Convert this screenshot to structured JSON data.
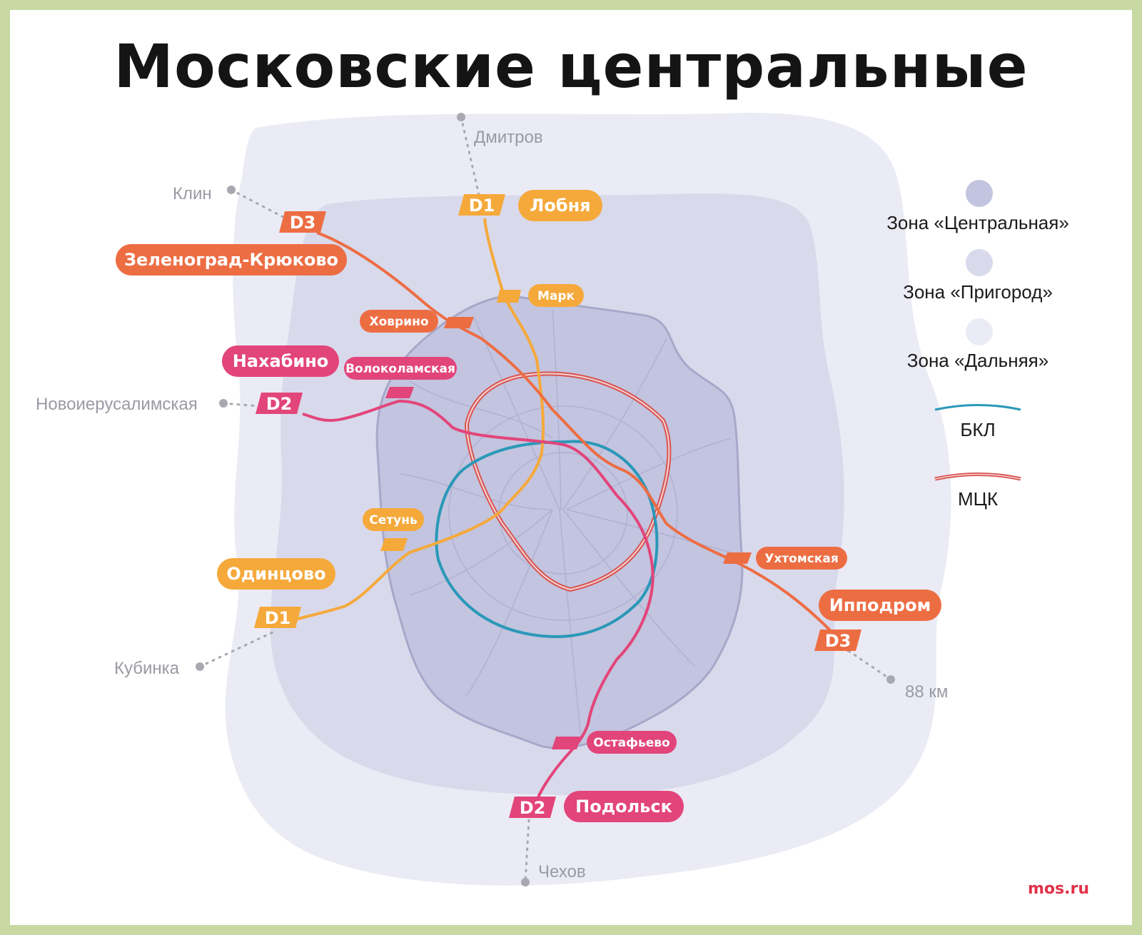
{
  "title": "Московские центральные диаметры",
  "colors": {
    "d1": "#f5a93b",
    "d2": "#e2457a",
    "d3": "#ed6d43",
    "bkl": "#2a98b8",
    "mck": "#d9534f",
    "zone_central": "#c3c4df",
    "zone_suburb": "#d9d9ec",
    "zone_far": "#ebebf5",
    "gray_text": "#9a9aa4",
    "frame": "#c8d9a4"
  },
  "lines": {
    "d1": "D1",
    "d2": "D2",
    "d3": "D3"
  },
  "terminals_outer": {
    "dmitrov": "Дмитров",
    "klin": "Клин",
    "novoierusalimskaya": "Новоиерусалимская",
    "kubinka": "Кубинка",
    "km88": "88 км",
    "chekhov": "Чехов"
  },
  "terminals": {
    "lobnya": "Лобня",
    "zelenograd": "Зеленоград-Крюково",
    "nakhabino": "Нахабино",
    "odintsovo": "Одинцово",
    "ippodrom": "Ипподром",
    "podolsk": "Подольск"
  },
  "stations": {
    "mark": "Марк",
    "khovrino": "Ховрино",
    "volokolamskaya": "Волоколамская",
    "setun": "Сетунь",
    "ukhtomskaya": "Ухтомская",
    "ostafyevo": "Остафьево"
  },
  "legend": {
    "zone_central": "Зона «Центральная»",
    "zone_suburb": "Зона «Пригород»",
    "zone_far": "Зона «Дальняя»",
    "bkl": "БКЛ",
    "mck": "МЦК"
  },
  "brand": "mos.ru"
}
